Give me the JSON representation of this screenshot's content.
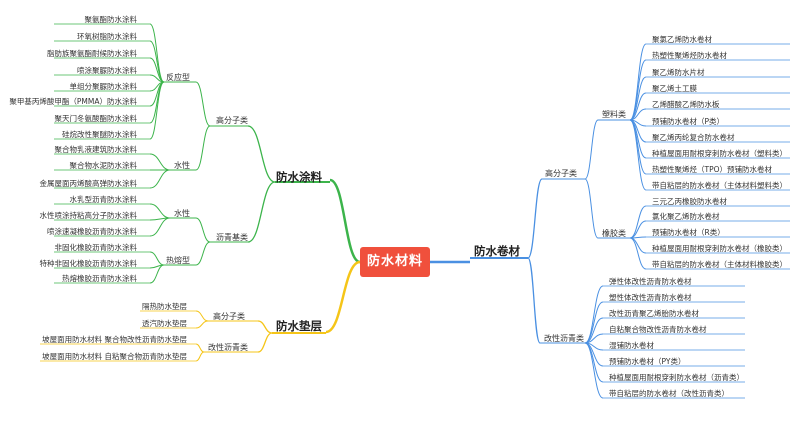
{
  "root": "防水材料",
  "colors": {
    "root_bg": "#f0503c",
    "left_top": "#3cb44b",
    "left_bottom": "#f5c518",
    "right": "#4a90e2"
  },
  "coating": {
    "label": "防水涂料",
    "reaction": {
      "label": "反应型",
      "items": [
        "聚氨酯防水涂料",
        "环氧树脂防水涂料",
        "脂肪族聚氨酯耐候防水涂料",
        "喷涂聚脲防水涂料",
        "单组分聚脲防水涂料",
        "聚甲基丙烯酸甲酯（PMMA）防水涂料",
        "聚天门冬氨酸酯防水涂料",
        "硅烷改性聚醚防水涂料"
      ]
    },
    "polymer": {
      "label": "高分子类",
      "water": {
        "label": "水性",
        "items": [
          "聚合物乳液建筑防水涂料",
          "聚合物水泥防水涂料",
          "金属屋面丙烯酸高弹防水涂料"
        ]
      }
    },
    "asphalt": {
      "label": "沥青基类",
      "water": {
        "label": "水性",
        "items": [
          "水乳型沥青防水涂料",
          "水性喷涂持粘高分子防水涂料",
          "喷涂速凝橡胶沥青防水涂料"
        ]
      },
      "hotmelt": {
        "label": "热熔型",
        "items": [
          "非固化橡胶沥青防水涂料",
          "特种非固化橡胶沥青防水涂料",
          "热熔橡胶沥青防水涂料"
        ]
      }
    }
  },
  "cushion": {
    "label": "防水垫层",
    "polymer": {
      "label": "高分子类",
      "items": [
        "隔热防水垫层",
        "透汽防水垫层"
      ]
    },
    "asphalt": {
      "label": "改性沥青类",
      "items": [
        "坡屋面用防水材料 聚合物改性沥青防水垫层",
        "坡屋面用防水材料 自粘聚合物沥青防水垫层"
      ]
    }
  },
  "membrane": {
    "label": "防水卷材",
    "polymer": {
      "label": "高分子类",
      "plastic": {
        "label": "塑料类",
        "items": [
          "聚氯乙烯防水卷材",
          "热塑性聚烯烃防水卷材",
          "聚乙烯防水片材",
          "聚乙烯土工膜",
          "乙烯醋酸乙烯防水板",
          "预铺防水卷材（P类）",
          "聚乙烯丙纶复合防水卷材",
          "种植屋面用耐根穿刺防水卷材（塑料类）",
          "热塑性聚烯烃（TPO）预铺防水卷材",
          "带自粘层的防水卷材（主体材料塑料类）"
        ]
      },
      "rubber": {
        "label": "橡胶类",
        "items": [
          "三元乙丙橡胶防水卷材",
          "氯化聚乙烯防水卷材",
          "预铺防水卷材（R类）",
          "种植屋面用耐根穿刺防水卷材（橡胶类）",
          "带自粘层的防水卷材（主体材料橡胶类）"
        ]
      }
    },
    "asphalt": {
      "label": "改性沥青类",
      "items": [
        "弹性体改性沥青防水卷材",
        "塑性体改性沥青防水卷材",
        "改性沥青聚乙烯胎防水卷材",
        "自粘聚合物改性沥青防水卷材",
        "湿铺防水卷材",
        "预铺防水卷材（PY类）",
        "种植屋面用耐根穿刺防水卷材（沥青类）",
        "带自粘层的防水卷材（改性沥青类）"
      ]
    }
  }
}
